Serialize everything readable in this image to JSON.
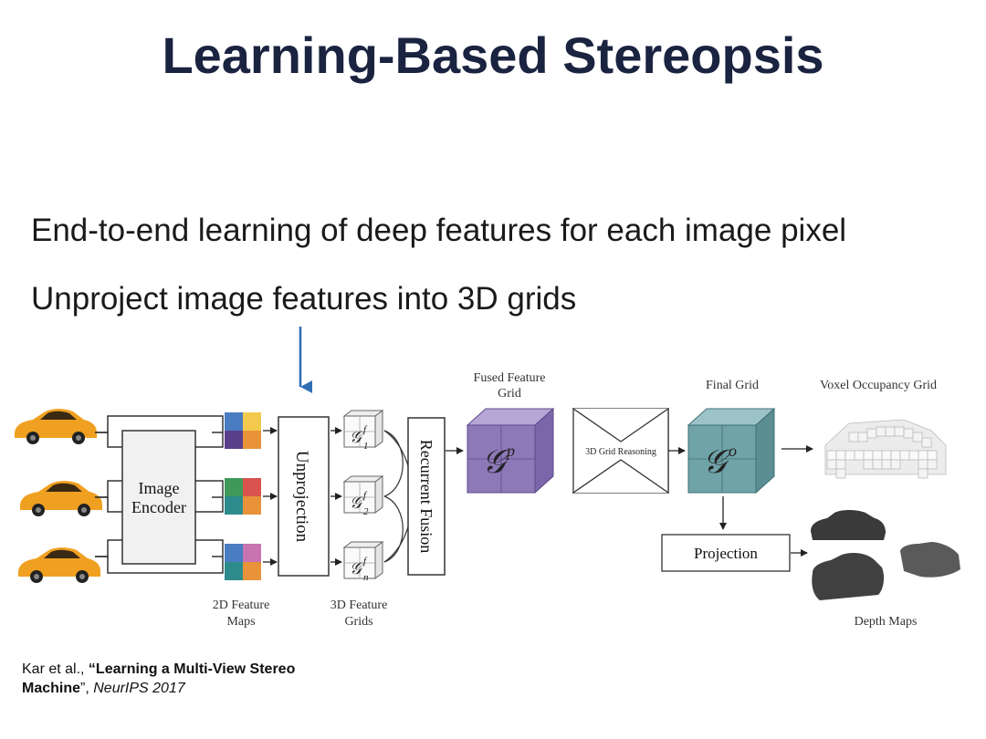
{
  "slide": {
    "title": "Learning-Based Stereopsis",
    "bullets": [
      "End-to-end learning of deep features for each image pixel",
      "Unproject image features into 3D grids"
    ],
    "citation": {
      "authors": "Kar et al., ",
      "paper_title": "“Learning a Multi-View Stereo Machine",
      "close_quote": "”, ",
      "venue": "NeurIPS 2017"
    }
  },
  "diagram": {
    "image_encoder": [
      "Image",
      "Encoder"
    ],
    "unprojection": "Unprojection",
    "recurrent_fusion": "Recurrent Fusion",
    "grid_labels": [
      "1",
      "2",
      "n"
    ],
    "fused_feature_grid": [
      "Fused Feature",
      "Grid"
    ],
    "grid_reasoning": "3D Grid Reasoning",
    "final_grid": "Final Grid",
    "voxel_occupancy_grid": "Voxel Occupancy Grid",
    "projection": "Projection",
    "feature_maps_2d": [
      "2D Feature",
      "Maps"
    ],
    "feature_grids_3d": [
      "3D Feature",
      "Grids"
    ],
    "depth_maps": "Depth Maps",
    "symbol_g": "𝒢",
    "symbol_f": "f",
    "symbol_p": "p",
    "symbol_o": "o"
  },
  "colors": {
    "title": "#1a2340",
    "arrow_blue": "#2f6db5",
    "fused_grid": "#8e79b8",
    "final_grid": "#6fa3a8",
    "car": "#f0a020"
  }
}
